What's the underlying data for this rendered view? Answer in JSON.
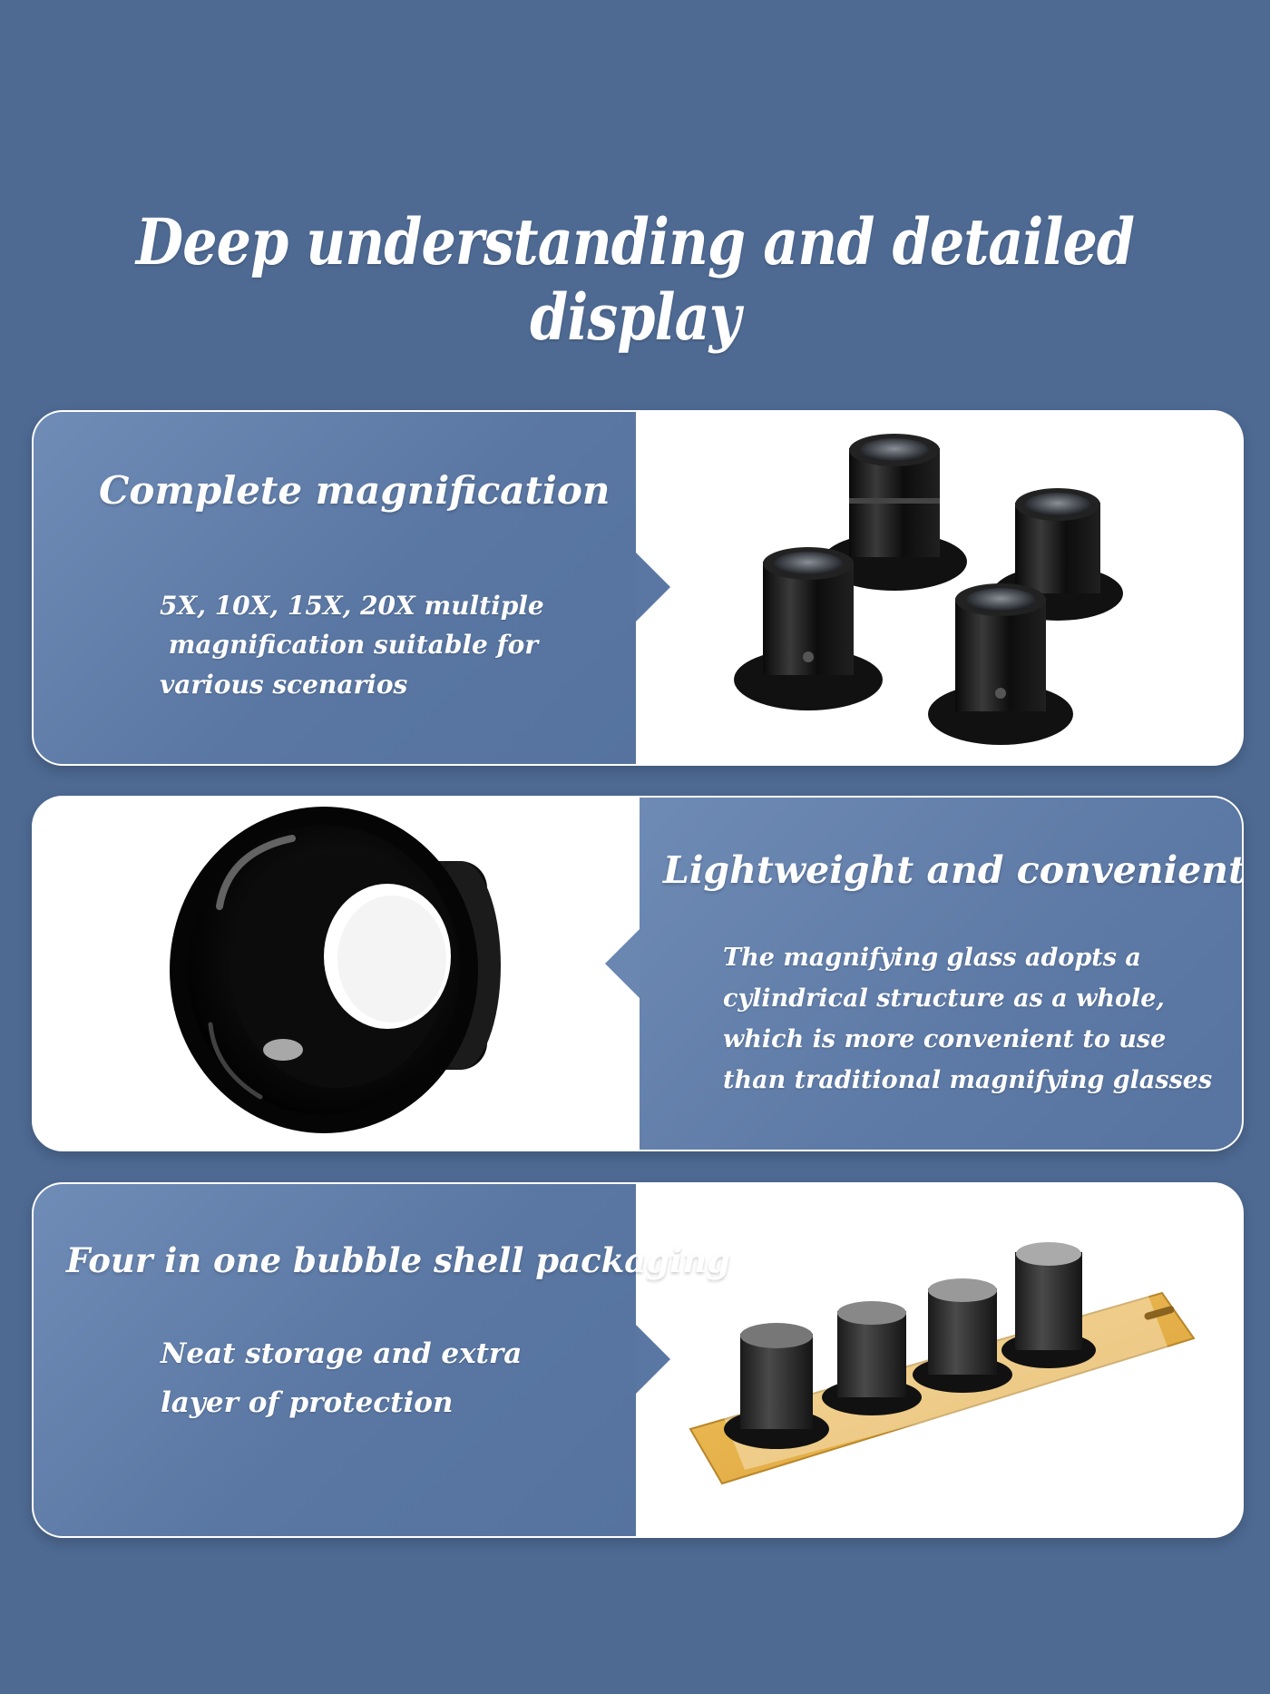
{
  "page": {
    "title": "Deep understanding and detailed display",
    "background_color": "#4e6a93"
  },
  "sections": [
    {
      "heading": "Complete magnification",
      "lines": [
        "5X, 10X, 15X, 20X multiple",
        " magnification suitable for",
        "various scenarios"
      ],
      "image": "four-black-eye-loupes"
    },
    {
      "heading": "Lightweight and convenient",
      "lines": [
        "The magnifying glass adopts a",
        "cylindrical structure as a whole,",
        "which is more convenient to use",
        "than traditional magnifying glasses"
      ],
      "image": "single-eye-loupe-closeup"
    },
    {
      "heading": "Four in one bubble shell packaging",
      "lines": [
        "Neat storage and extra",
        "layer of protection"
      ],
      "image": "blister-pack-with-four-loupes",
      "package_color": "#e8b54a"
    }
  ]
}
